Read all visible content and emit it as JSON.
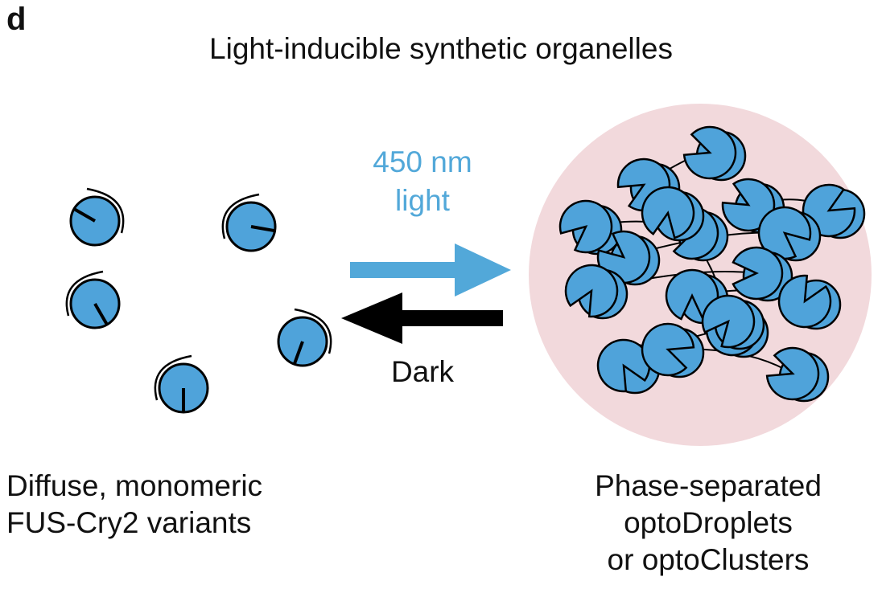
{
  "panel_letter": "d",
  "title": "Light-inducible synthetic organelles",
  "arrows": {
    "forward_label_line1": "450 nm",
    "forward_label_line2": "light",
    "reverse_label": "Dark"
  },
  "left_caption": {
    "line1": "Diffuse, monomeric",
    "line2": "FUS-Cry2 variants"
  },
  "right_caption": {
    "line1": "Phase-separated",
    "line2": "optoDroplets",
    "line3": "or optoClusters"
  },
  "colors": {
    "protein_blue": "#4fa3da",
    "droplet_pink": "#f2d9dc",
    "light_arrow": "#52a8d9",
    "dark_arrow": "#000000"
  }
}
